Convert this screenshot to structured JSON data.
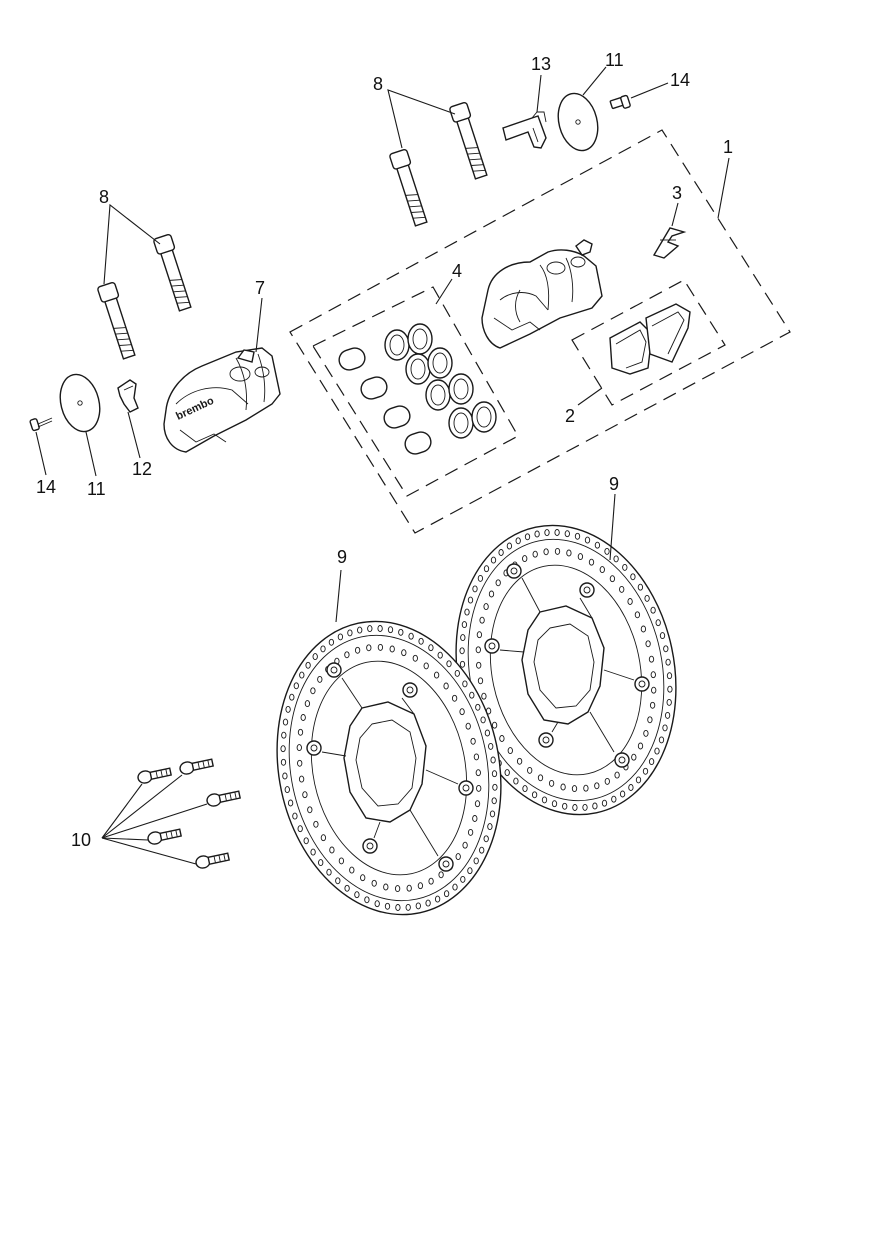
{
  "callouts": {
    "c1": "1",
    "c2": "2",
    "c3": "3",
    "c4": "4",
    "c7": "7",
    "c8a": "8",
    "c8b": "8",
    "c9a": "9",
    "c9b": "9",
    "c10": "10",
    "c11a": "11",
    "c11b": "11",
    "c12": "12",
    "c13": "13",
    "c14a": "14",
    "c14b": "14"
  },
  "caliper_brand": "brembo",
  "colors": {
    "ink": "#1a1a1a",
    "background": "#ffffff"
  }
}
